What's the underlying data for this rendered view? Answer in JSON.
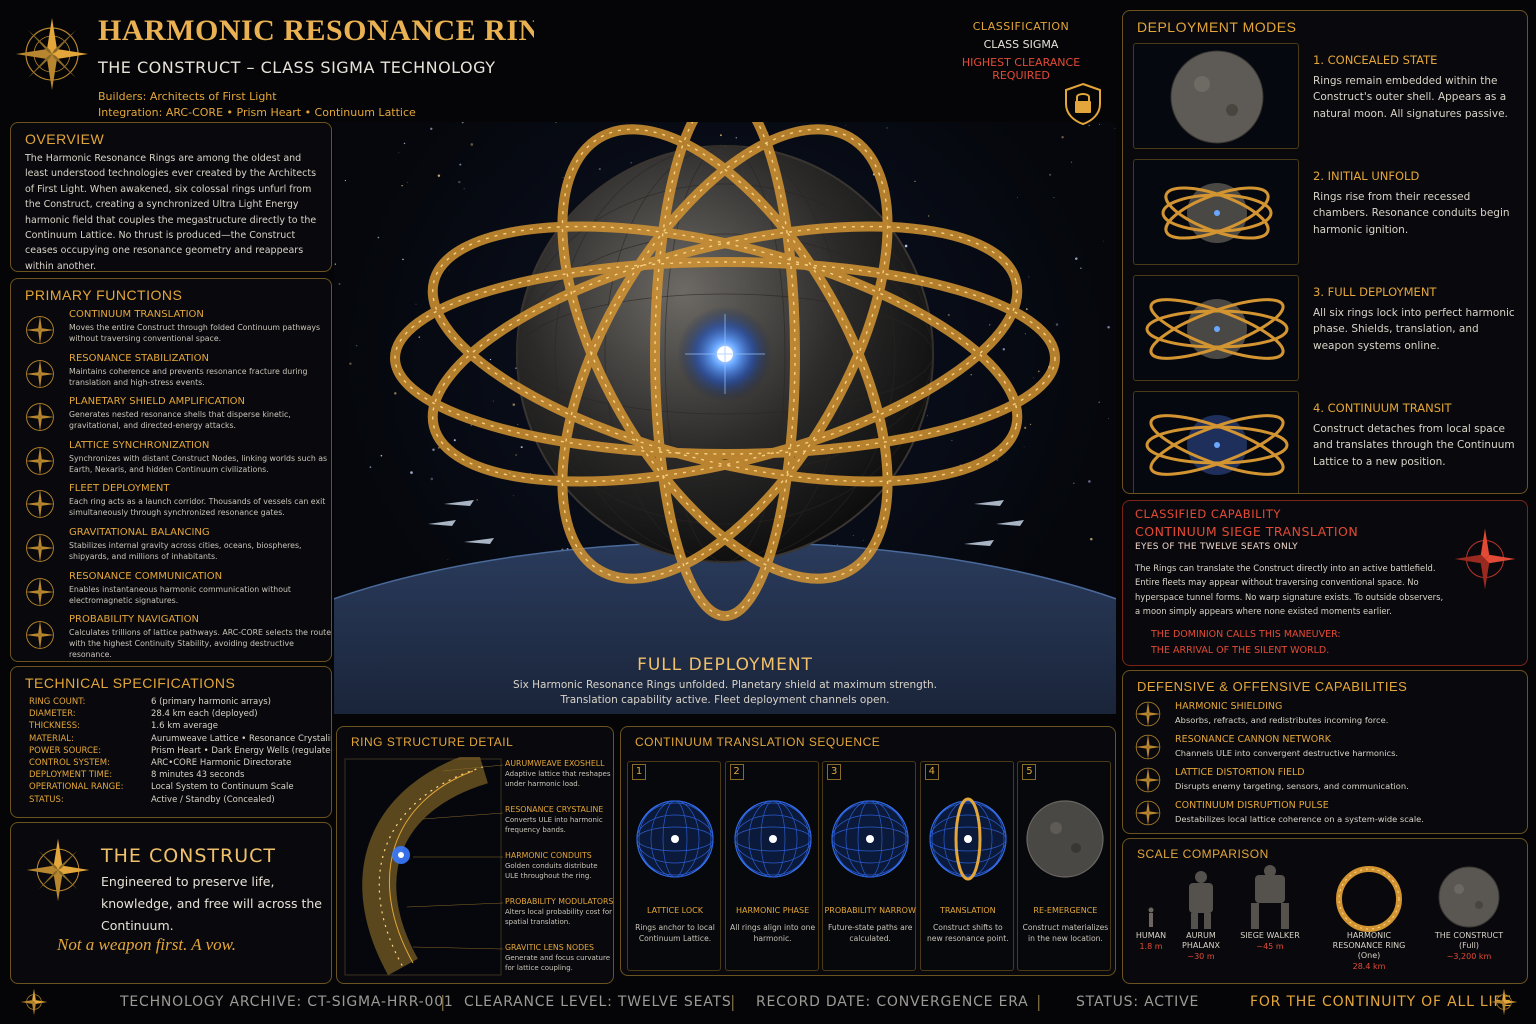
{
  "header": {
    "title": "HARMONIC RESONANCE RINGS",
    "subtitle": "THE CONSTRUCT – CLASS SIGMA TECHNOLOGY",
    "builders": "Builders: Architects of First Light",
    "integration": "Integration: ARC-CORE • Prism Heart • Continuum Lattice"
  },
  "classification": {
    "label": "CLASSIFICATION",
    "value": "CLASS SIGMA",
    "warning": "HIGHEST CLEARANCE REQUIRED"
  },
  "overview": {
    "title": "OVERVIEW",
    "text": "The Harmonic Resonance Rings are among the oldest and least understood technologies ever created by the Architects of First Light. When awakened, six colossal rings unfurl from the Construct, creating a synchronized Ultra Light Energy harmonic field that couples the megastructure directly to the Continuum Lattice. No thrust is produced—the Construct ceases occupying one resonance geometry and reappears within another."
  },
  "functions": {
    "title": "PRIMARY FUNCTIONS",
    "items": [
      {
        "title": "CONTINUUM TRANSLATION",
        "desc": "Moves the entire Construct through folded Continuum pathways without traversing conventional space."
      },
      {
        "title": "RESONANCE STABILIZATION",
        "desc": "Maintains coherence and prevents resonance fracture during translation and high-stress events."
      },
      {
        "title": "PLANETARY SHIELD AMPLIFICATION",
        "desc": "Generates nested resonance shells that disperse kinetic, gravitational, and directed-energy attacks."
      },
      {
        "title": "LATTICE SYNCHRONIZATION",
        "desc": "Synchronizes with distant Construct Nodes, linking worlds such as Earth, Nexaris, and hidden Continuum civilizations."
      },
      {
        "title": "FLEET DEPLOYMENT",
        "desc": "Each ring acts as a launch corridor. Thousands of vessels can exit simultaneously through synchronized resonance gates."
      },
      {
        "title": "GRAVITATIONAL BALANCING",
        "desc": "Stabilizes internal gravity across cities, oceans, biospheres, shipyards, and millions of inhabitants."
      },
      {
        "title": "RESONANCE COMMUNICATION",
        "desc": "Enables instantaneous harmonic communication without electromagnetic signatures."
      },
      {
        "title": "PROBABILITY NAVIGATION",
        "desc": "Calculates trillions of lattice pathways. ARC-CORE selects the route with the highest Continuity Stability, avoiding destructive resonance."
      }
    ]
  },
  "specs": {
    "title": "TECHNICAL SPECIFICATIONS",
    "rows": [
      {
        "k": "RING COUNT:",
        "v": "6 (primary harmonic arrays)"
      },
      {
        "k": "DIAMETER:",
        "v": "28.4 km each (deployed)"
      },
      {
        "k": "THICKNESS:",
        "v": "1.6 km average"
      },
      {
        "k": "MATERIAL:",
        "v": "Aurumweave Lattice • Resonance Crystaline"
      },
      {
        "k": "POWER SOURCE:",
        "v": "Prism Heart • Dark Energy Wells (regulated)"
      },
      {
        "k": "CONTROL SYSTEM:",
        "v": "ARC•CORE Harmonic Directorate"
      },
      {
        "k": "DEPLOYMENT TIME:",
        "v": "8 minutes 43 seconds"
      },
      {
        "k": "OPERATIONAL RANGE:",
        "v": "Local System to Continuum Scale"
      },
      {
        "k": "STATUS:",
        "v": "Active / Standby (Concealed)"
      }
    ]
  },
  "construct": {
    "title": "THE CONSTRUCT",
    "text": "Engineered to preserve life, knowledge, and free will across the Continuum.",
    "motto": "Not a weapon first. A vow."
  },
  "hero": {
    "caption_title": "FULL DEPLOYMENT",
    "caption_line1": "Six Harmonic Resonance Rings unfolded. Planetary shield at maximum strength.",
    "caption_line2": "Translation capability active. Fleet deployment channels open."
  },
  "ring_detail": {
    "title": "RING STRUCTURE DETAIL",
    "labels": [
      {
        "title": "AURUMWEAVE EXOSHELL",
        "desc": "Adaptive lattice that reshapes under harmonic load."
      },
      {
        "title": "RESONANCE CRYSTALINE",
        "desc": "Converts ULE into harmonic frequency bands."
      },
      {
        "title": "HARMONIC CONDUITS",
        "desc": "Golden conduits distribute ULE throughout the ring."
      },
      {
        "title": "PROBABILITY MODULATORS",
        "desc": "Alters local probability cost for spatial translation."
      },
      {
        "title": "GRAVITIC LENS NODES",
        "desc": "Generate and focus curvature for lattice coupling."
      }
    ]
  },
  "sequence": {
    "title": "CONTINUUM TRANSLATION SEQUENCE",
    "steps": [
      {
        "num": "1",
        "title": "LATTICE LOCK",
        "desc": "Rings anchor to local Continuum Lattice."
      },
      {
        "num": "2",
        "title": "HARMONIC PHASE",
        "desc": "All rings align into one harmonic."
      },
      {
        "num": "3",
        "title": "PROBABILITY NARROW",
        "desc": "Future-state paths are calculated."
      },
      {
        "num": "4",
        "title": "TRANSLATION",
        "desc": "Construct shifts to new resonance point."
      },
      {
        "num": "5",
        "title": "RE-EMERGENCE",
        "desc": "Construct materializes in the new location."
      }
    ]
  },
  "modes": {
    "title": "DEPLOYMENT MODES",
    "items": [
      {
        "title": "1. CONCEALED STATE",
        "desc": "Rings remain embedded within the Construct's outer shell. Appears as a natural moon. All signatures passive."
      },
      {
        "title": "2. INITIAL UNFOLD",
        "desc": "Rings rise from their recessed chambers. Resonance conduits begin harmonic ignition."
      },
      {
        "title": "3. FULL DEPLOYMENT",
        "desc": "All six rings lock into perfect harmonic phase. Shields, translation, and weapon systems online."
      },
      {
        "title": "4. CONTINUUM TRANSIT",
        "desc": "Construct detaches from local space and translates through the Continuum Lattice to a new position."
      }
    ]
  },
  "classified": {
    "label": "CLASSIFIED CAPABILITY",
    "name": "CONTINUUM SIEGE TRANSLATION",
    "eyes": "EYES OF THE TWELVE SEATS ONLY",
    "text": "The Rings can translate the Construct directly into an active battlefield. Entire fleets may appear without traversing conventional space. No hyperspace tunnel forms. No warp signature exists. To outside observers, a moon simply appears where none existed moments earlier.",
    "quote1": "THE DOMINION CALLS THIS MANEUVER:",
    "quote2": "THE ARRIVAL OF THE SILENT WORLD."
  },
  "capabilities": {
    "title": "DEFENSIVE & OFFENSIVE CAPABILITIES",
    "items": [
      {
        "title": "HARMONIC SHIELDING",
        "desc": "Absorbs, refracts, and redistributes incoming force."
      },
      {
        "title": "RESONANCE CANNON NETWORK",
        "desc": "Channels ULE into convergent destructive harmonics."
      },
      {
        "title": "LATTICE DISTORTION FIELD",
        "desc": "Disrupts enemy targeting, sensors, and communication."
      },
      {
        "title": "CONTINUUM DISRUPTION PULSE",
        "desc": "Destabilizes local lattice coherence on a system-wide scale."
      }
    ]
  },
  "scale": {
    "title": "SCALE COMPARISON",
    "items": [
      {
        "name": "HUMAN",
        "size": "1.8 m"
      },
      {
        "name": "AURUM PHALANX",
        "size": "~30 m"
      },
      {
        "name": "SIEGE WALKER",
        "size": "~45 m"
      },
      {
        "name": "HARMONIC RESONANCE RING (One)",
        "size": "28.4 km"
      },
      {
        "name": "THE CONSTRUCT (Full)",
        "size": "~3,200 km"
      }
    ]
  },
  "footer": {
    "archive": "TECHNOLOGY ARCHIVE: CT-SIGMA-HRR-001",
    "clearance": "CLEARANCE LEVEL: TWELVE SEATS",
    "date": "RECORD DATE: CONVERGENCE ERA",
    "status": "STATUS: ACTIVE",
    "motto": "FOR THE CONTINUITY OF ALL LIFE"
  },
  "colors": {
    "gold": "#e3a63a",
    "red": "#e24a35",
    "blue_core": "#3a7bff"
  }
}
